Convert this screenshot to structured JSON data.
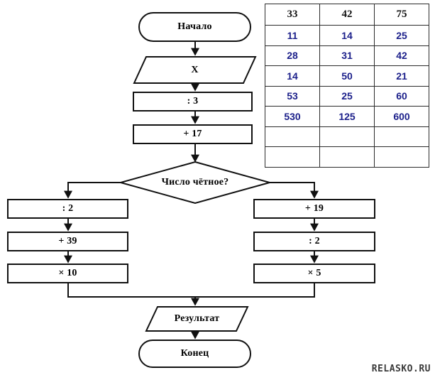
{
  "diagram": {
    "title": "Flowchart with results table",
    "stroke_color": "#111111",
    "nodes": {
      "start": {
        "label": "Начало",
        "shape": "terminator"
      },
      "input_x": {
        "label": "X",
        "shape": "parallelogram"
      },
      "divide3": {
        "label": ": 3",
        "shape": "process"
      },
      "plus17": {
        "label": "+ 17",
        "shape": "process"
      },
      "decision": {
        "label": "Число чётное?",
        "shape": "decision"
      },
      "left1": {
        "label": ": 2",
        "shape": "process"
      },
      "left2": {
        "label": "+ 39",
        "shape": "process"
      },
      "left3": {
        "label": "× 10",
        "shape": "process"
      },
      "right1": {
        "label": "+ 19",
        "shape": "process"
      },
      "right2": {
        "label": ": 2",
        "shape": "process"
      },
      "right3": {
        "label": "× 5",
        "shape": "process"
      },
      "result": {
        "label": "Результат",
        "shape": "parallelogram"
      },
      "end": {
        "label": "Конец",
        "shape": "terminator"
      }
    }
  },
  "table": {
    "header_color": "#111111",
    "data_color": "#1b1f8a",
    "headers": [
      "33",
      "42",
      "75"
    ],
    "rows": [
      [
        "11",
        "14",
        "25"
      ],
      [
        "28",
        "31",
        "42"
      ],
      [
        "14",
        "50",
        "21"
      ],
      [
        "53",
        "25",
        "60"
      ],
      [
        "530",
        "125",
        "600"
      ],
      [
        "",
        "",
        ""
      ],
      [
        "",
        "",
        ""
      ]
    ]
  },
  "watermark": {
    "text": "RELASKO.RU"
  }
}
